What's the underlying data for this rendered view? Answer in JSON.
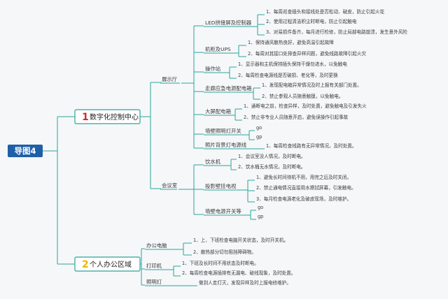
{
  "root": {
    "label": "导图4"
  },
  "branches": [
    {
      "num": "1",
      "label": "数字化控制中心",
      "groups": [
        {
          "label": "展示厅",
          "items": [
            {
              "label": "LED拼接屏及控制器",
              "details": [
                "1、每周巡查插头和接线处是否松动、破皮，防止引起火花",
                "2、使用过程清洁积尘时断电，防止引起触电",
                "3、对易损件备齐，每月进行检修，防止局部电路崩溃，发生意外风险"
              ]
            },
            {
              "label": "机柜及UPS",
              "details": [
                "1、保持通风散热良好，避免高温引起故障",
                "2、每周对其接口处排查异样问题，避免线路故障引起火灾"
              ]
            },
            {
              "label": "操作站",
              "details": [
                "1、显示器和主机保持插头保持干燥勿进水，以免触电",
                "2、每周检查电源线是否破损、老化等，及时更换"
              ]
            },
            {
              "label": "走廊应急电源配电箱",
              "details": [
                "1、发现配电箱异常情况及时上报有关部门处置。",
                "2、禁止参观人员随意触摸，以免触电。"
              ]
            },
            {
              "label": "大屏配电箱",
              "details": [
                "1、通断电之前，检查异样，及时处置，避免触电及引发失火",
                "2、禁止非专业人员随意开启，避免误操作引起事故"
              ]
            },
            {
              "label": "墙壁照明灯开关",
              "details": [
                "go",
                "gp"
              ]
            },
            {
              "label": "照片背景灯电源线",
              "details": [
                "1、每周检查线路有无异常情况，及时处置。"
              ]
            }
          ]
        },
        {
          "label": "会议室",
          "items": [
            {
              "label": "饮水机",
              "details": [
                "1、会议室没人情况，及时断电。",
                "2、饮水桶无水情况，及时断电。"
              ]
            },
            {
              "label": "投影壁挂电视",
              "details": [
                "1、避免长时间待机不用，用完之后及时关闭。",
                "2、禁止通电情况直接用水擦拭屏幕，引发触电。",
                "3、每月检查电源老化及破皮现场，及时维护。"
              ]
            },
            {
              "label": "墙壁电源开关等",
              "details": [
                "go",
                "gp"
              ]
            }
          ]
        }
      ]
    },
    {
      "num": "2",
      "label": "个人办公区域",
      "groups": [
        {
          "label": "办公电脑",
          "details": [
            "1、上、下班检查电脑开关状态，及时开关机。",
            "2、散热部分切勿阻挡障碍物。"
          ]
        },
        {
          "label": "打印机",
          "details": [
            "1、下班及长时间不用状态及时断电。",
            "2、每周检查电源插排有无漏电、破线现象，及时处置。"
          ]
        },
        {
          "label": "照明灯",
          "details": [
            "做到人走灯灭，发现异样及时上报电修维护。"
          ]
        }
      ]
    }
  ],
  "colors": {
    "line": "#2ba59a",
    "root_fill": "#1f5fa8",
    "number_red": "#d9252a",
    "number_yellow": "#f0b400"
  }
}
